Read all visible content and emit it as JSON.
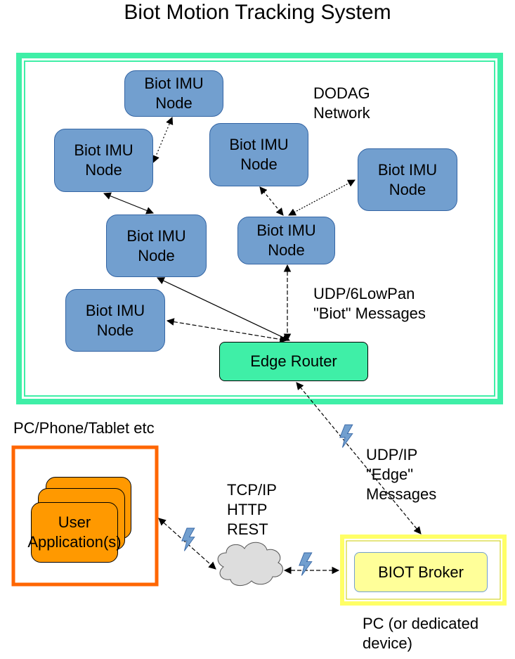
{
  "title": "Biot Motion Tracking System",
  "network_label": "DODAG\nNetwork",
  "nodes": [
    {
      "label": "Biot IMU\nNode"
    },
    {
      "label": "Biot IMU\nNode"
    },
    {
      "label": "Biot IMU\nNode"
    },
    {
      "label": "Biot IMU\nNode"
    },
    {
      "label": "Biot IMU\nNode"
    },
    {
      "label": "Biot IMU\nNode"
    },
    {
      "label": "Biot IMU\nNode"
    }
  ],
  "edge_router": {
    "label": "Edge Router"
  },
  "udp_6lowpan_label": "UDP/6LowPan\n\"Biot\" Messages",
  "pc_phone_label": "PC/Phone/Tablet etc",
  "user_app_label": "User\nApplication(s)",
  "tcp_label": "TCP/IP\nHTTP\nREST",
  "udp_ip_label": "UDP/IP\n\"Edge\"\nMessages",
  "broker": {
    "label": "BIOT Broker"
  },
  "pc_label": "PC (or dedicated\ndevice)",
  "colors": {
    "network_border": "#3fefa7",
    "node_fill": "#729fcf",
    "router_fill": "#3fefa7",
    "user_device_border": "#ff6600",
    "user_app_fill": "#ff9900",
    "broker_border": "#ffff66",
    "broker_fill": "#ffff99",
    "cloud_fill": "#dddddd",
    "lightning_fill": "#729fcf"
  }
}
